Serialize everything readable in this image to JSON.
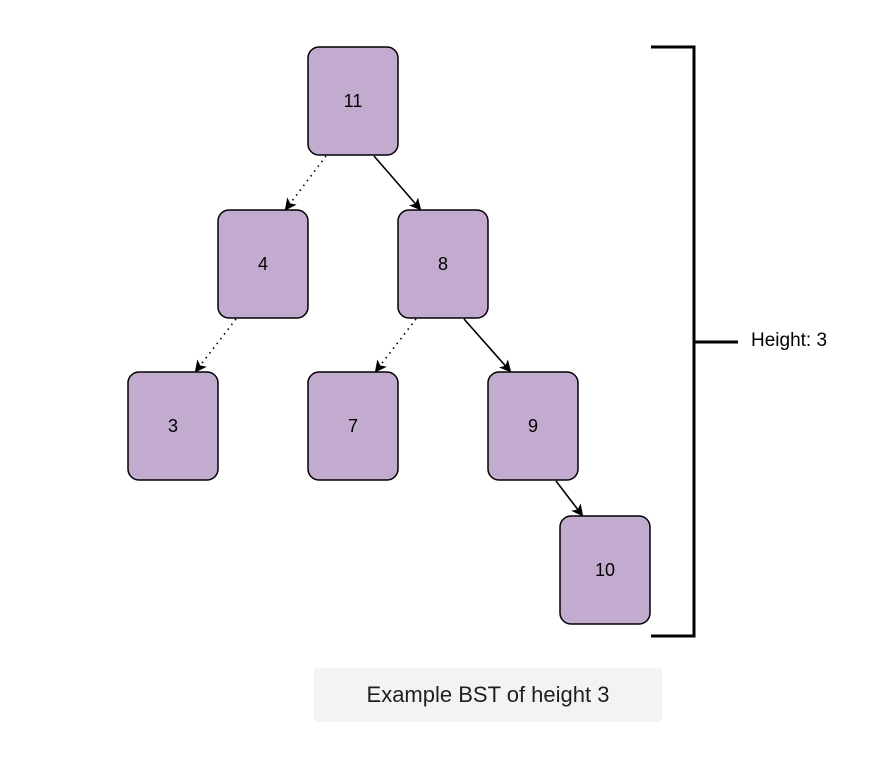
{
  "diagram": {
    "colors": {
      "node_fill": "#c3abd0",
      "node_stroke": "#000000",
      "edge": "#000000"
    },
    "nodes": [
      {
        "id": "n11",
        "label": "11"
      },
      {
        "id": "n4",
        "label": "4"
      },
      {
        "id": "n8",
        "label": "8"
      },
      {
        "id": "n3",
        "label": "3"
      },
      {
        "id": "n7",
        "label": "7"
      },
      {
        "id": "n9",
        "label": "9"
      },
      {
        "id": "n10",
        "label": "10"
      }
    ],
    "edges": [
      {
        "from": "n11",
        "to": "n4",
        "style": "dotted"
      },
      {
        "from": "n11",
        "to": "n8",
        "style": "solid"
      },
      {
        "from": "n4",
        "to": "n3",
        "style": "dotted"
      },
      {
        "from": "n8",
        "to": "n7",
        "style": "dotted"
      },
      {
        "from": "n8",
        "to": "n9",
        "style": "solid"
      },
      {
        "from": "n9",
        "to": "n10",
        "style": "solid"
      }
    ],
    "height_label": "Height: 3"
  },
  "caption": "Example BST of height 3"
}
